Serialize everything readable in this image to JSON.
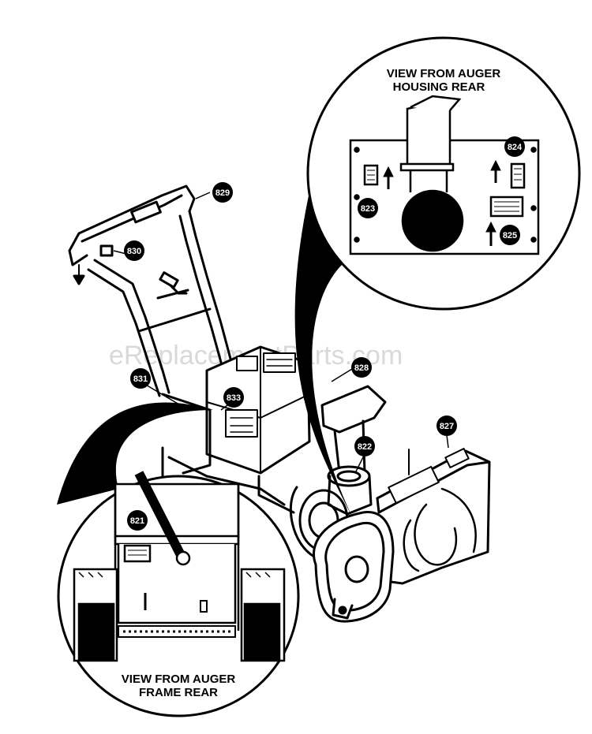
{
  "insets": {
    "top": {
      "caption_line1": "VIEW FROM AUGER",
      "caption_line2": "HOUSING REAR"
    },
    "bottom": {
      "caption_line1": "VIEW FROM AUGER",
      "caption_line2": "FRAME REAR"
    }
  },
  "callouts": {
    "c821": "821",
    "c822": "822",
    "c823": "823",
    "c824": "824",
    "c825": "825",
    "c827": "827",
    "c828": "828",
    "c829": "829",
    "c830": "830",
    "c831": "831",
    "c833": "833"
  },
  "watermark": "eReplacementParts.com"
}
